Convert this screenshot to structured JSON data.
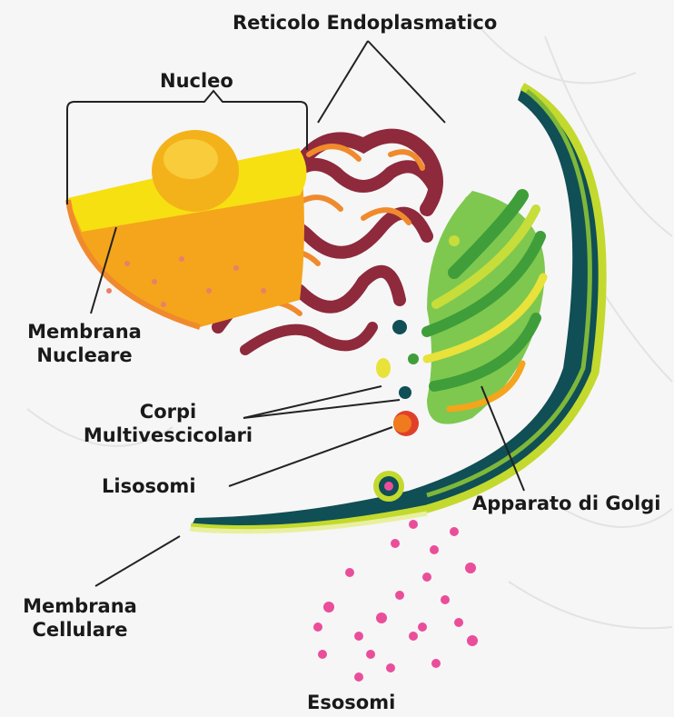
{
  "labels": {
    "er": "Reticolo Endoplasmatico",
    "nucleus": "Nucleo",
    "nuclear_membrane": [
      "Membrana",
      "Nucleare"
    ],
    "mvb": [
      "Corpi",
      "Multivescicolari"
    ],
    "lysosomes": "Lisosomi",
    "golgi": "Apparato di Golgi",
    "cell_membrane": [
      "Membrana",
      "Cellulare"
    ],
    "exosomes": "Esosomi"
  },
  "colors": {
    "background": "#f6f6f6",
    "nucleus_yellow": "#f6c90e",
    "nucleus_orange": "#f4a51c",
    "er_maroon": "#8e2a3b",
    "er_orange": "#f08a2c",
    "golgi_green": "#3f9e3a",
    "golgi_lime": "#c7dd3a",
    "cell_wall_teal": "#0f4f55",
    "cell_membrane_lime": "#c3d92e",
    "exosome_pink": "#ea4e9a",
    "lysosome_orange": "#f07a1e",
    "leader_line": "#222222"
  }
}
